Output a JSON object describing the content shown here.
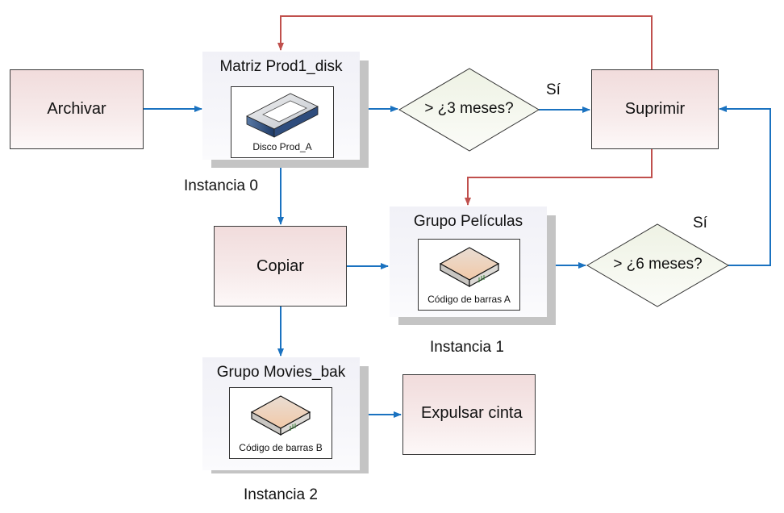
{
  "diagram": {
    "processes": {
      "archive": "Archivar",
      "copy": "Copiar",
      "delete": "Suprimir",
      "eject": "Expulsar cinta"
    },
    "groups": {
      "matrix": {
        "title": "Matriz Prod1_disk",
        "item": "Disco Prod_A",
        "instance": "Instancia 0",
        "icon": "disk-array-icon"
      },
      "movies": {
        "title": "Grupo Películas",
        "item": "Código de barras A",
        "instance": "Instancia 1",
        "icon": "tape-cartridge-icon"
      },
      "movies_bak": {
        "title": "Grupo Movies_bak",
        "item": "Código de barras B",
        "instance": "Instancia 2",
        "icon": "tape-cartridge-icon"
      }
    },
    "decisions": {
      "three_months": {
        "text": "> ¿3 meses?",
        "yes_label": "Sí"
      },
      "six_months": {
        "text": "> ¿6 meses?",
        "yes_label": "Sí"
      }
    },
    "colors": {
      "flow_arrow": "#1a72c0",
      "return_arrow": "#c0504d",
      "process_fill": "#f1dcdc",
      "decision_fill": "#f2f5ea"
    }
  }
}
